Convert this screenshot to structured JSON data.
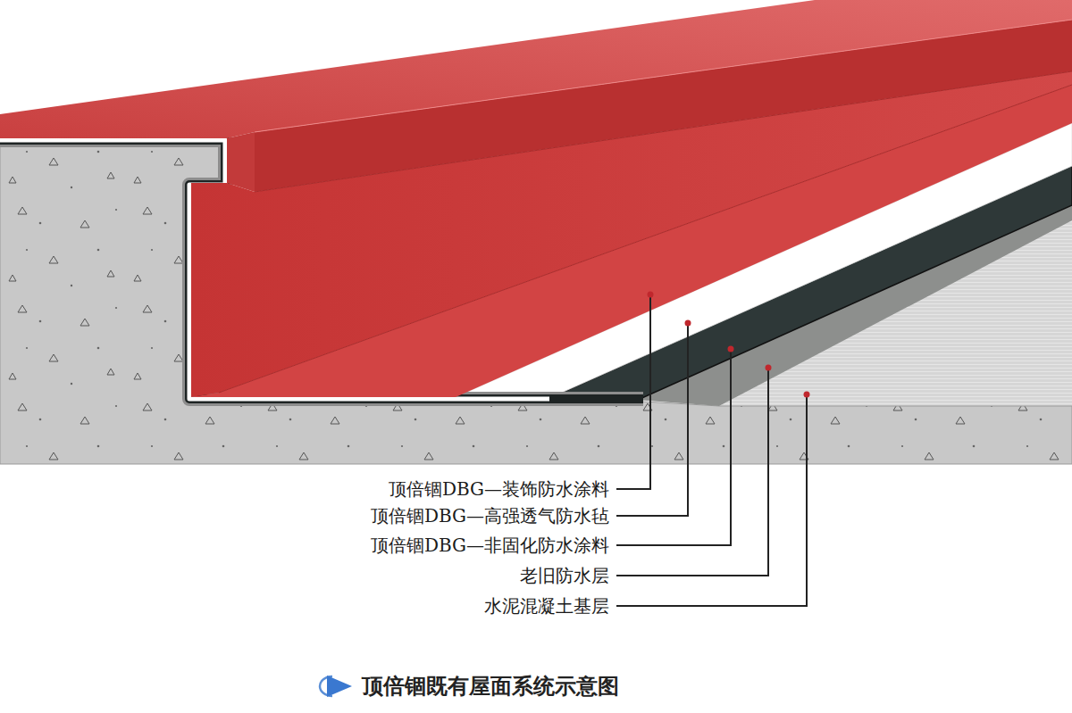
{
  "diagram": {
    "caption": "顶倍锢既有屋面系统示意图",
    "labels": [
      "顶倍锢DBG—装饰防水涂料",
      "顶倍锢DBG—高强透气防水毡",
      "顶倍锢DBG—非固化防水涂料",
      "老旧防水层",
      "水泥混凝土基层"
    ]
  }
}
